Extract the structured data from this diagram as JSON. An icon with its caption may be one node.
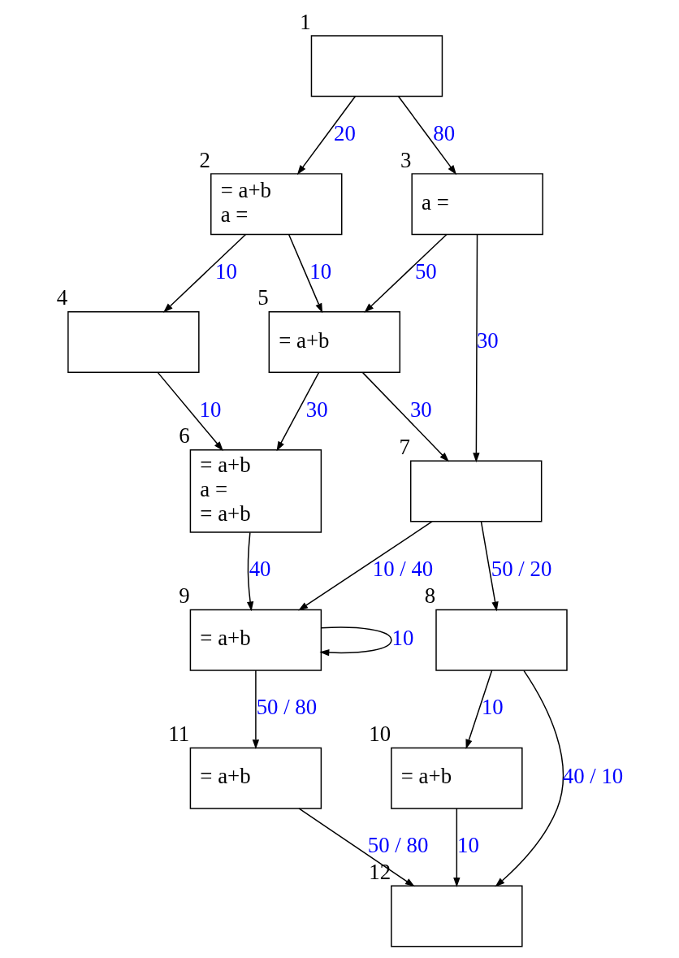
{
  "diagram": {
    "nodes": [
      {
        "text": [],
        "shape": "box",
        "beside": [
          "1"
        ]
      },
      {
        "text": [
          "= a+b",
          "a ="
        ],
        "beside": [
          "2"
        ]
      },
      {
        "text": [
          "a ="
        ],
        "beside": [
          "3"
        ]
      },
      {
        "text": [],
        "shape": "box",
        "beside": [
          "4"
        ]
      },
      {
        "text": [
          "= a+b"
        ],
        "beside": [
          "5"
        ]
      },
      {
        "text": [
          "= a+b",
          "a =",
          "= a+b"
        ],
        "beside": [
          "6"
        ]
      },
      {
        "text": [],
        "shape": "box",
        "beside": [
          "7"
        ]
      },
      {
        "text": [],
        "shape": "box",
        "beside": [
          "8"
        ]
      },
      {
        "text": [
          "= a+b"
        ],
        "beside": [
          "9"
        ]
      },
      {
        "text": [
          "= a+b"
        ],
        "beside": [
          "10"
        ]
      },
      {
        "text": [
          "= a+b"
        ],
        "beside": [
          "11"
        ]
      },
      {
        "text": [],
        "shape": "box",
        "beside": [
          "12"
        ]
      }
    ],
    "edges": [
      {
        "from": 0,
        "to": 1,
        "arrow": "to",
        "label": "20"
      },
      {
        "from": 0,
        "to": 2,
        "arrow": "to",
        "label": "80"
      },
      {
        "from": 1,
        "to": 3,
        "arrow": "to",
        "label": "10"
      },
      {
        "from": 1,
        "to": 4,
        "arrow": "to",
        "label": "10"
      },
      {
        "from": 2,
        "to": 4,
        "arrow": "to",
        "label": "50"
      },
      {
        "from": 2,
        "to": 6,
        "arrow": "to",
        "label": "30"
      },
      {
        "from": 3,
        "to": 5,
        "arrow": "to",
        "label": "10"
      },
      {
        "from": 4,
        "to": 5,
        "arrow": "to",
        "label": "30"
      },
      {
        "from": 4,
        "to": 6,
        "arrow": "to",
        "label": "30"
      },
      {
        "from": 5,
        "to": 8,
        "arrow": "to",
        "label": "40"
      },
      {
        "from": 6,
        "to": 8,
        "arrow": "to",
        "label": "10 / 40"
      },
      {
        "from": 6,
        "to": 7,
        "arrow": "to",
        "label": "50 / 20"
      },
      {
        "from": 8,
        "to": 8,
        "arrow": "to",
        "label": "10"
      },
      {
        "from": 8,
        "to": 10,
        "arrow": "to",
        "label": "50 / 80"
      },
      {
        "from": 7,
        "to": 11,
        "arrow": "to",
        "label": "40 / 10"
      },
      {
        "from": 7,
        "to": 9,
        "arrow": "to",
        "label": "10"
      },
      {
        "from": 9,
        "to": 11,
        "arrow": "to",
        "label": "10"
      },
      {
        "from": 10,
        "to": 11,
        "arrow": "to",
        "label": "50 / 80"
      }
    ]
  }
}
